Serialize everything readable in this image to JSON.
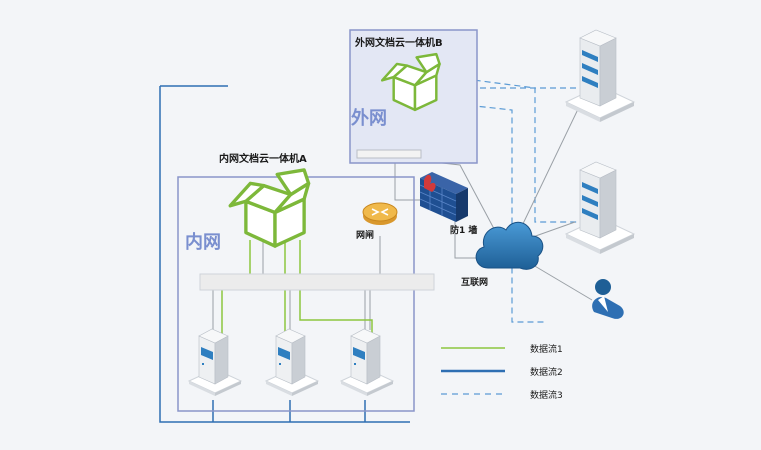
{
  "title": "",
  "zones": {
    "external_box_label": "外网文档云一体机B",
    "external_zone": "外网",
    "internal_box_label": "内网文档云一体机A",
    "internal_zone": "内网"
  },
  "nodes": {
    "gateway": "网闸",
    "firewall": "防1 墙",
    "internet": "互联网"
  },
  "legend": [
    {
      "label": "数据流1",
      "color": "#8cc63f",
      "style": "solid"
    },
    {
      "label": "数据流2",
      "color": "#2e6fb3",
      "style": "solid"
    },
    {
      "label": "数据流3",
      "color": "#5b9bd5",
      "style": "dashed"
    }
  ],
  "colors": {
    "box_border": "#8a95c9",
    "box_fill_external": "#e3e7f4",
    "green": "#8cc63f",
    "blue": "#2e6fb3",
    "dash": "#5b9bd5",
    "gray_line": "#9aa0a6"
  }
}
